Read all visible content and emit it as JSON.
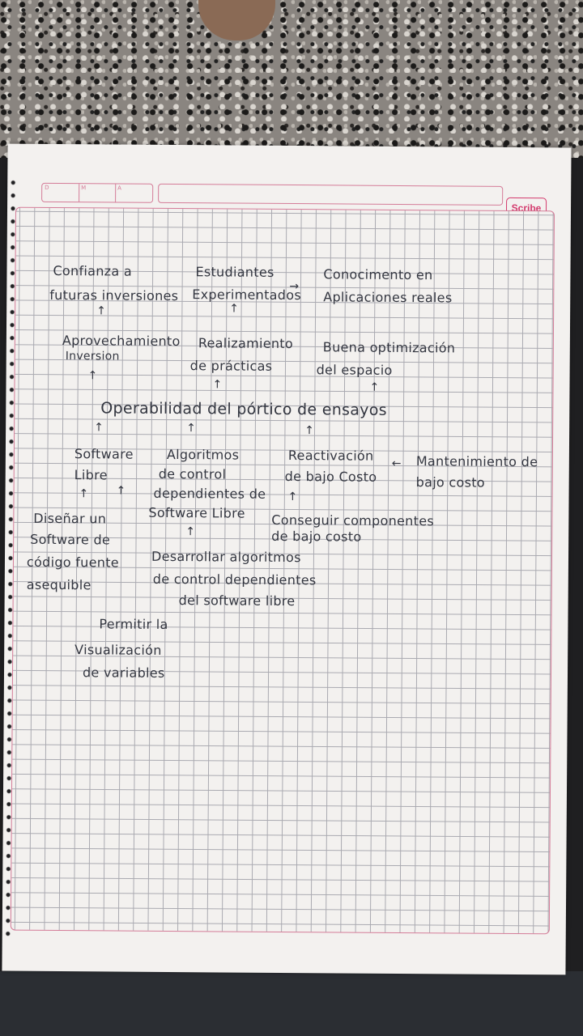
{
  "header": {
    "date_labels": [
      "D",
      "M",
      "A"
    ],
    "brand": "Scribe"
  },
  "notes": {
    "n1": "Confianza a",
    "n2": "futuras inversiones",
    "n3": "Estudiantes",
    "n4": "Experimentados",
    "n5": "Conocimento en",
    "n6": "Aplicaciones reales",
    "n7": "Aprovechamiento",
    "n8": "Inversion",
    "n9": "Realizamiento",
    "n10": "de prácticas",
    "n11": "Buena optimización",
    "n12": "del espacio",
    "n13": "Operabilidad del pórtico de ensayos",
    "n14": "Software",
    "n15": "Libre",
    "n16": "Algoritmos",
    "n17": "de control",
    "n18": "dependientes de",
    "n19": "Software Libre",
    "n20": "Reactivación",
    "n21": "de bajo Costo",
    "n22": "Mantenimiento de",
    "n23": "bajo costo",
    "n24": "Diseñar un",
    "n25": "Software de",
    "n26": "código fuente",
    "n27": "asequible",
    "n28": "Conseguir componentes",
    "n29": "de bajo costo",
    "n30": "Desarrollar algoritmos",
    "n31": "de control dependientes",
    "n32": "del software libre",
    "n33": "Permitir la",
    "n34": "Visualización",
    "n35": "de variables"
  },
  "arrows": {
    "up": "↑",
    "right": "→",
    "left": "←"
  }
}
